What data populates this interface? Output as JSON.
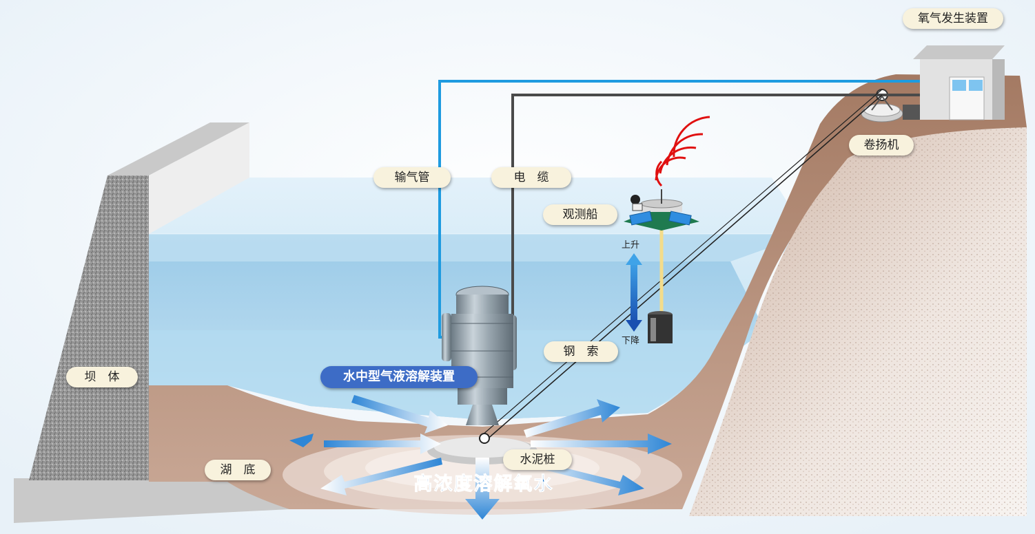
{
  "labels": {
    "oxygen_generator": "氧气发生装置",
    "winch": "卷扬机",
    "air_pipe": "输气管",
    "cable": "电　缆",
    "observation_boat": "观测船",
    "up": "上升",
    "down": "下降",
    "steel_cable": "钢　索",
    "device": "水中型气液溶解装置",
    "dam": "坝　体",
    "lake_bottom": "湖　底",
    "concrete_pile": "水泥桩",
    "dissolved_water": "高浓度溶解氧水"
  },
  "colors": {
    "water_light": "#cfe6f4",
    "water_mid": "#8fc6e6",
    "ground": "#b88e78",
    "air_pipe": "#1e9be0",
    "cable": "#505050",
    "label_bg": "#f8f2dd",
    "device_label_bg": "#3d6cc6",
    "signal": "#e01010"
  }
}
